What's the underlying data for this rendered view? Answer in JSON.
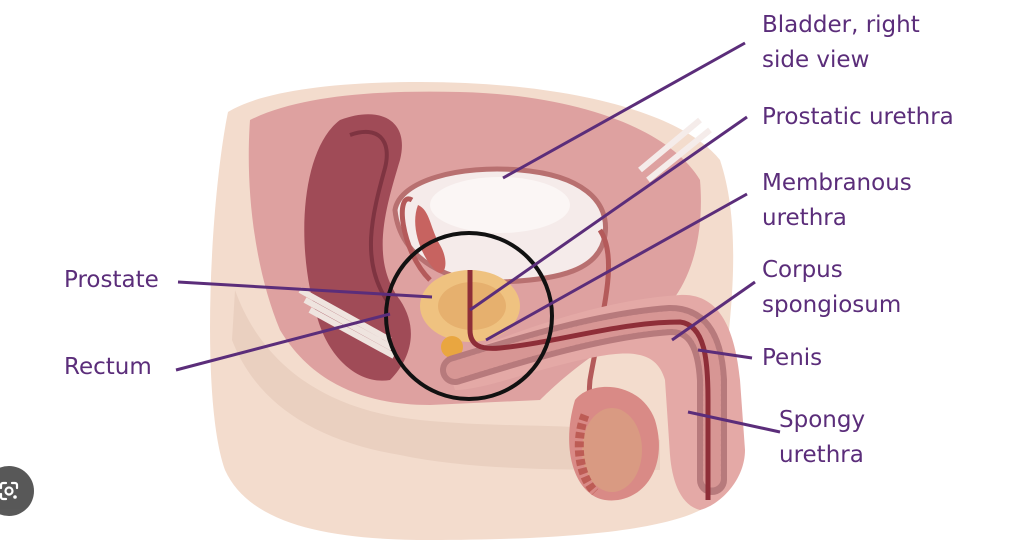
{
  "labels": {
    "bladder": [
      "Bladder, right",
      "side view"
    ],
    "prostatic_urethra": [
      "Prostatic urethra"
    ],
    "membranous_urethra": [
      "Membranous",
      "urethra"
    ],
    "corpus_spongiosum": [
      "Corpus",
      "spongiosum"
    ],
    "penis": [
      "Penis"
    ],
    "spongy_urethra": [
      "Spongy",
      "urethra"
    ],
    "prostate": [
      "Prostate"
    ],
    "rectum": [
      "Rectum"
    ]
  },
  "colors": {
    "label_text": "#5b2d7a",
    "leader_line": "#5b2d7a",
    "skin": "#f1d3c2",
    "tissue_pink": "#dfa3a1",
    "rectum_dark": "#9f4a55",
    "bladder_fill": "#f4ecea",
    "vessel": "#8e2e38",
    "prostate_gland": "#f0c27f",
    "highlight_circle": "#111111"
  },
  "icons": {
    "lens": "google-lens-icon"
  }
}
